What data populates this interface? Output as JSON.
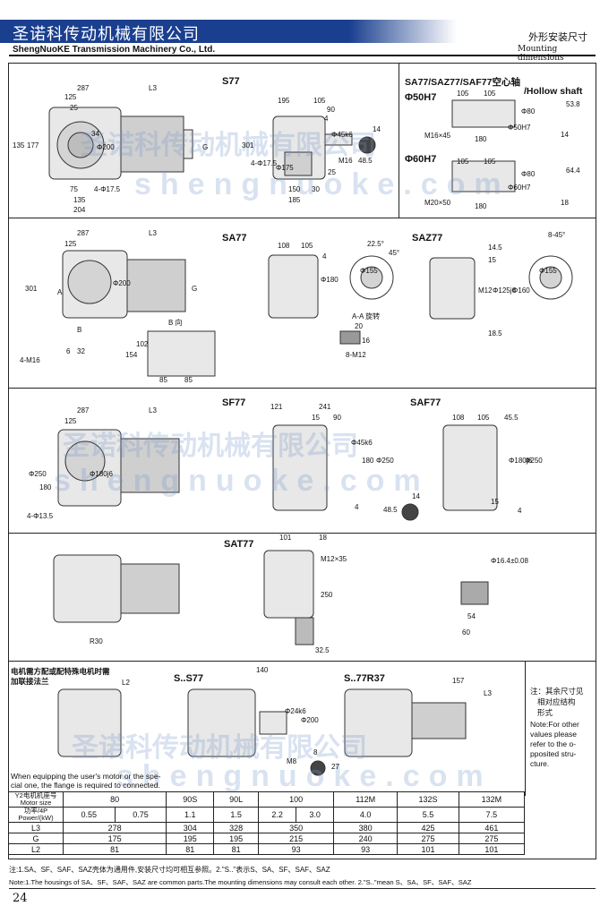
{
  "header": {
    "company_cn": "圣诺科传动机械有限公司",
    "company_en": "ShengNuoKE Transmission Machinery Co., Ltd.",
    "section_cn": "外形安装尺寸",
    "section_en": "Mounting dimensions"
  },
  "watermark": {
    "cn": "圣诺科传动机械有限公司",
    "url": "shengnuoke.com"
  },
  "s77": {
    "title": "S77",
    "dims": [
      "287",
      "L3",
      "125",
      "25",
      "135",
      "177",
      "75",
      "135",
      "204",
      "34",
      "Φ200",
      "4-Φ17.5",
      "G",
      "195",
      "105",
      "90",
      "4",
      "Φ45k6",
      "Φ175",
      "M16",
      "48.5",
      "14",
      "301",
      "150",
      "30",
      "185",
      "25",
      "4-Φ17.5"
    ]
  },
  "hollow": {
    "title": "SA77/SAZ77/SAF77空心轴",
    "title_en": "/Hollow shaft",
    "d50": "Φ50H7",
    "d60": "Φ60H7",
    "dims50": [
      "105",
      "105",
      "Φ50H7",
      "Φ80",
      "M16×45",
      "180",
      "53.8",
      "14"
    ],
    "dims60": [
      "105",
      "105",
      "Φ60H7",
      "Φ80",
      "M20×50",
      "180",
      "64.4",
      "18"
    ]
  },
  "sa77": {
    "title": "SA77",
    "dims": [
      "287",
      "L3",
      "125",
      "301",
      "Φ200",
      "G",
      "B",
      "A",
      "6",
      "32",
      "4-M16",
      "B 向",
      "154",
      "102",
      "85",
      "85",
      "108",
      "105",
      "4",
      "Φ180",
      "Φ155",
      "22.5°",
      "45°",
      "A-A 旋转",
      "20",
      "8-M12",
      "16"
    ]
  },
  "saz77": {
    "title": "SAZ77",
    "dims": [
      "14.5",
      "15",
      "M12",
      "Φ125j6",
      "Φ160",
      "18.5",
      "8-45°",
      "Φ155"
    ]
  },
  "sf77": {
    "title": "SF77",
    "dims": [
      "287",
      "L3",
      "125",
      "180",
      "Φ250",
      "Φ180j6",
      "4-Φ13.5",
      "121",
      "241",
      "15",
      "90",
      "Φ45k6",
      "48.5",
      "14",
      "4",
      "Φ250",
      "180"
    ]
  },
  "saf77": {
    "title": "SAF77",
    "dims": [
      "108",
      "105",
      "45.5",
      "Φ180j6",
      "Φ250",
      "15",
      "4"
    ]
  },
  "sat77": {
    "title": "SAT77",
    "dims": [
      "101",
      "18",
      "M12×35",
      "250",
      "32.5",
      "R30",
      "Φ16.4±0.08",
      "54",
      "60"
    ]
  },
  "motor": {
    "note_cn_1": "电机需方配或配特殊电机时需",
    "note_cn_2": "加联接法兰",
    "s77_title": "S..S77",
    "r37_title": "S..77R37",
    "dims": [
      "L2",
      "140",
      "Φ24k6",
      "Φ200",
      "8",
      "27",
      "M8",
      "157",
      "L3"
    ],
    "note_en_1": "When equipping the user's motor or the spe-",
    "note_en_2": "cial one, the flange is required to connected."
  },
  "side_note": {
    "cn": [
      "注：其余尺寸见",
      "相对应结构",
      "形式"
    ],
    "en": [
      "Note:For other",
      "values please",
      "refer to the o-",
      "pposited stru-",
      "cture."
    ]
  },
  "table": {
    "h1": "Y2电机机座号",
    "h1b": "Motor size",
    "h2": "功率/4P",
    "h2b": "Power/(kW)",
    "sizes": [
      "80",
      "90S",
      "90L",
      "100",
      "112M",
      "132S",
      "132M"
    ],
    "powers": [
      "0.55",
      "0.75",
      "1.1",
      "1.5",
      "2.2",
      "3.0",
      "4.0",
      "5.5",
      "7.5"
    ],
    "rows": [
      {
        "label": "L3",
        "values": [
          "278",
          "304",
          "328",
          "350",
          "380",
          "425",
          "461"
        ]
      },
      {
        "label": "G",
        "values": [
          "175",
          "195",
          "195",
          "215",
          "240",
          "275",
          "275"
        ]
      },
      {
        "label": "L2",
        "values": [
          "81",
          "81",
          "81",
          "93",
          "93",
          "101",
          "101"
        ]
      }
    ]
  },
  "footnote_cn": "注:1.SA、SF、SAF、SAZ壳体为通用件,安装尺寸均可相互参照。2.\"S..\"表示S、SA、SF、SAF、SAZ",
  "footnote_en": "Note:1.The housings of SA、SF、SAF、SAZ are common parts.The mounting dimensions may consult each other. 2.\"S..\"mean S、SA、SF、SAF、SAZ",
  "page_number": "24",
  "colors": {
    "banner": "#1a3f8f",
    "watermark": "#7896c8"
  }
}
